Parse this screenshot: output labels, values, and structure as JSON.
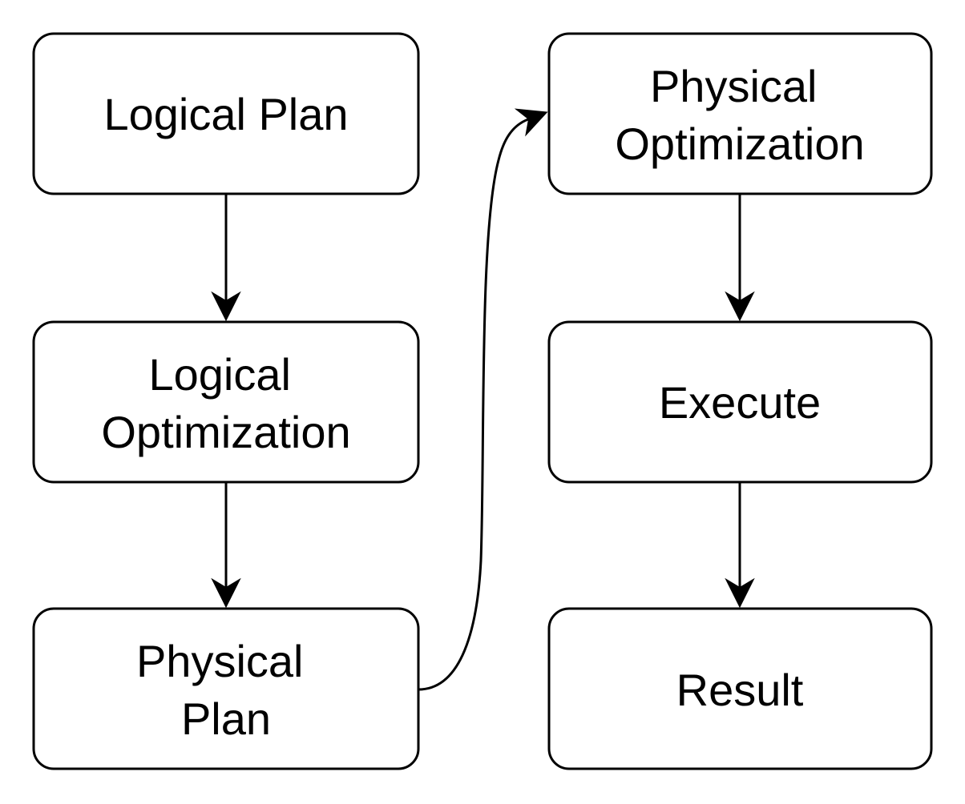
{
  "diagram": {
    "type": "flowchart",
    "background_color": "#ffffff",
    "node_fill_color": "#ffffff",
    "line_color": "#000000",
    "text_color": "#000000",
    "nodes": [
      {
        "id": "logical-plan",
        "label": "Logical Plan",
        "lines": [
          "Logical Plan"
        ]
      },
      {
        "id": "logical-optimization",
        "label": "Logical Optimization",
        "lines": [
          "Logical",
          "Optimization"
        ]
      },
      {
        "id": "physical-plan",
        "label": "Physical Plan",
        "lines": [
          "Physical",
          "Plan"
        ]
      },
      {
        "id": "physical-optimization",
        "label": "Physical Optimization",
        "lines": [
          "Physical",
          "Optimization"
        ]
      },
      {
        "id": "execute",
        "label": "Execute",
        "lines": [
          "Execute"
        ]
      },
      {
        "id": "result",
        "label": "Result",
        "lines": [
          "Result"
        ]
      }
    ],
    "edges": [
      {
        "from": "logical-plan",
        "to": "logical-optimization",
        "style": "straight-arrow"
      },
      {
        "from": "logical-optimization",
        "to": "physical-plan",
        "style": "straight-arrow"
      },
      {
        "from": "physical-plan",
        "to": "physical-optimization",
        "style": "curved-arrow"
      },
      {
        "from": "physical-optimization",
        "to": "execute",
        "style": "straight-arrow"
      },
      {
        "from": "execute",
        "to": "result",
        "style": "straight-arrow"
      }
    ]
  }
}
